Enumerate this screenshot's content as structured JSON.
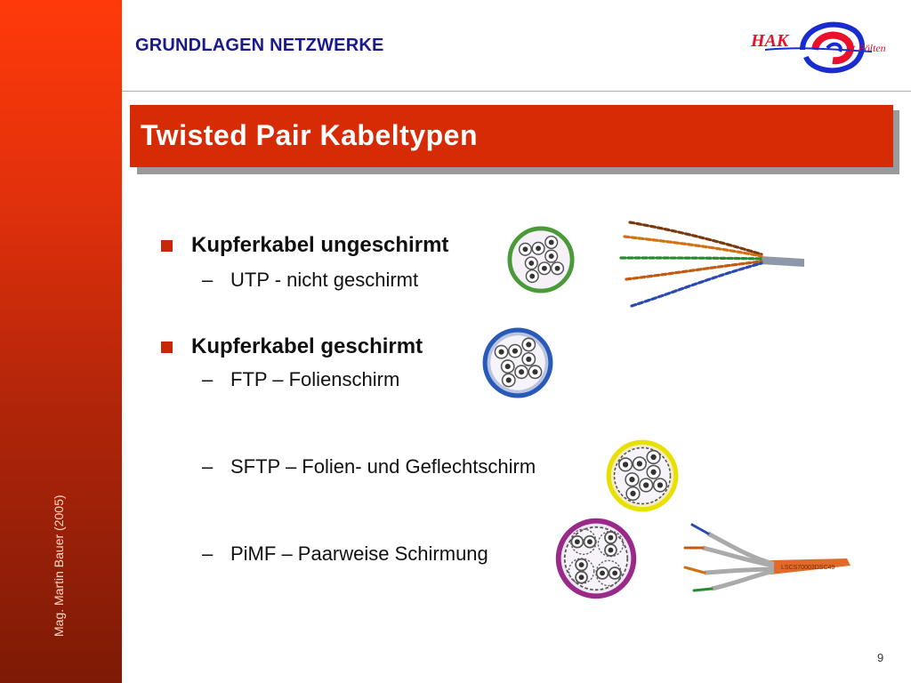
{
  "header": {
    "title": "GRUNDLAGEN NETZWERKE"
  },
  "slide_title": "Twisted Pair Kabeltypen",
  "author": "Mag. Martin Bauer (2005)",
  "page_number": "9",
  "logo": {
    "hak_text": "HAK",
    "location_text": "St.Pölten"
  },
  "cable_label": "LSCS70003DSC49",
  "bullets": [
    {
      "label": "Kupferkabel ungeschirmt",
      "sub": [
        "UTP - nicht geschirmt"
      ]
    },
    {
      "label": "Kupferkabel geschirmt",
      "sub": [
        "FTP – Folienschirm",
        "SFTP – Folien- und Geflechtschirm",
        "PiMF – Paarweise Schirmung"
      ]
    }
  ],
  "colors": {
    "accent": "#d62b05",
    "header_text": "#1a1a8c",
    "bullet": "#c8280a"
  }
}
